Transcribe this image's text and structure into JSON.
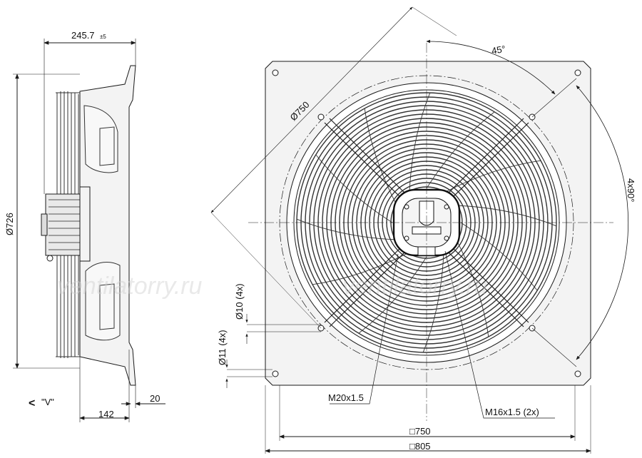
{
  "side_view": {
    "depth_value": "245.7",
    "depth_tol": "±5",
    "diameter": "Ø726",
    "dim_142": "142",
    "dim_20": "20",
    "view_mark_arrow": "<",
    "view_mark": "\"V\""
  },
  "front_view": {
    "angle_45": "45°",
    "angle_4x90": "4x90°",
    "dia_750": "Ø750",
    "hole_10": "Ø10 (4x)",
    "hole_11": "Ø11 (4x)",
    "thread_m20": "M20x1.5",
    "thread_m16": "M16x1.5 (2x)",
    "square_750": "□750",
    "square_805": "□805"
  },
  "watermark": "ventilatorry.ru",
  "colors": {
    "line": "#1a1a1a",
    "fill": "#f3f3f3",
    "grille": "#333333",
    "watermark": "#cfcfcf"
  }
}
